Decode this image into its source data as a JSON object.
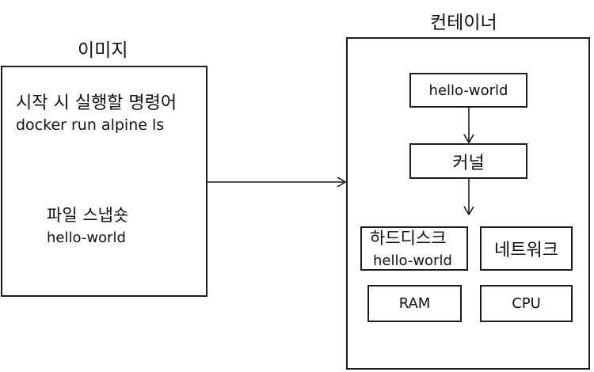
{
  "image_panel": {
    "title": "이미지",
    "startup_label": "시작 시 실행할 명령어",
    "startup_command": "docker run alpine ls",
    "snapshot_label": "파일 스냅숏",
    "snapshot_value": "hello-world"
  },
  "container_panel": {
    "title": "컨테이너",
    "process_label": "hello-world",
    "kernel_label": "커널",
    "disk_label": "하드디스크",
    "disk_value": "hello-world",
    "network_label": "네트워크",
    "ram_label": "RAM",
    "cpu_label": "CPU"
  }
}
